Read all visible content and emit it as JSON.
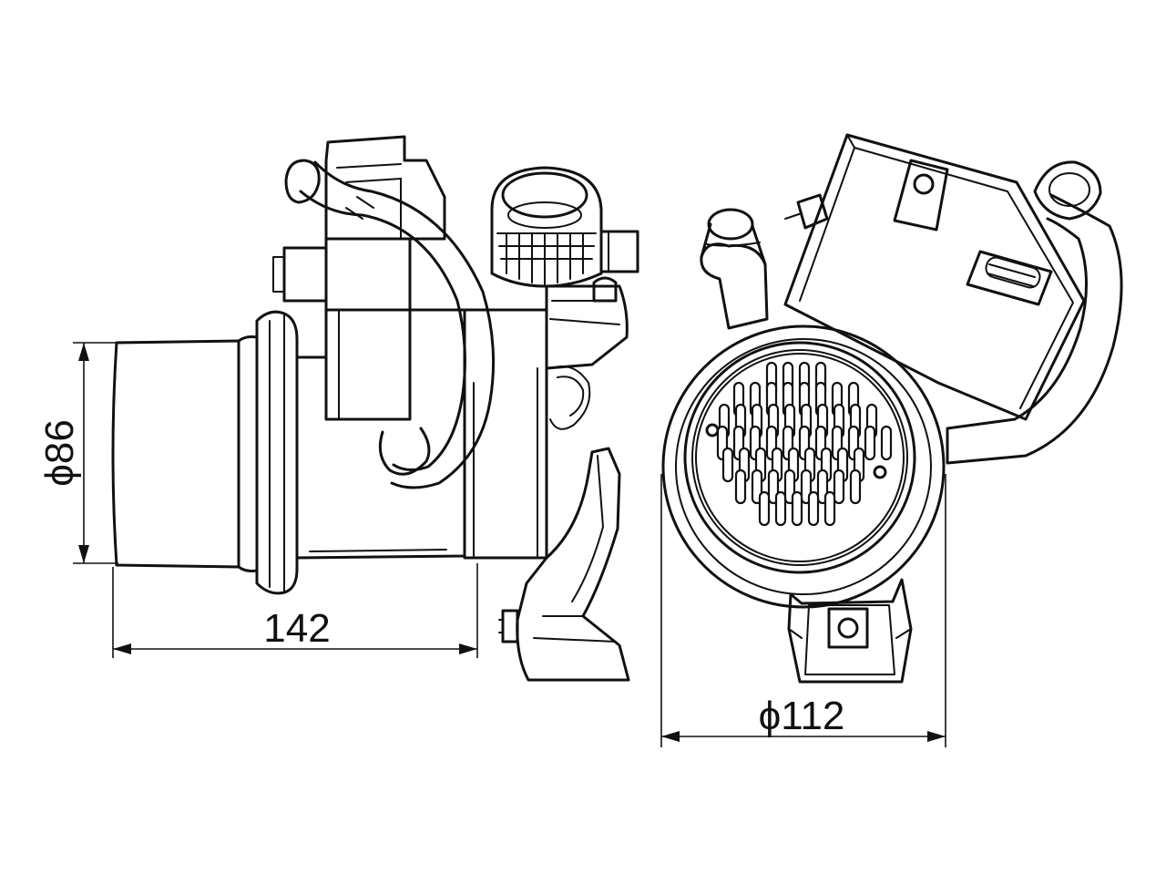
{
  "dimensions": {
    "length": "142",
    "inlet_diameter": "ϕ86",
    "body_diameter": "ϕ112"
  },
  "colors": {
    "line": "#111111",
    "background": "#ffffff"
  }
}
